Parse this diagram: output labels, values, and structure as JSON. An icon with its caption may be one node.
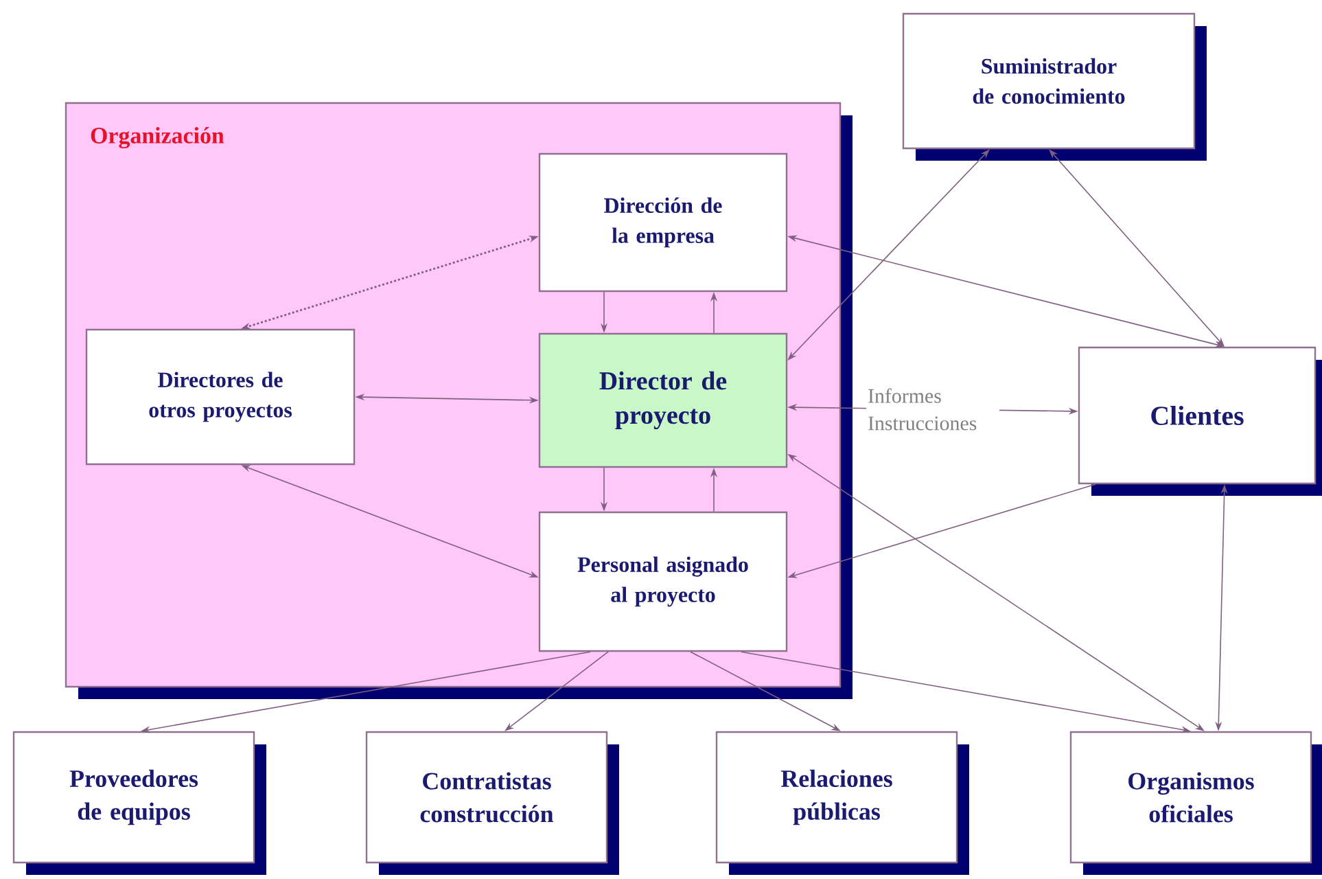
{
  "diagram": {
    "nodes": [
      {
        "text": [
          "Organización"
        ]
      },
      {
        "text": [
          "Dirección de la empresa"
        ],
        "in": 0
      },
      {
        "text": [
          "Directores de otros proyectos"
        ],
        "in": 0
      },
      {
        "text": [
          "Director de proyecto"
        ],
        "in": 0
      },
      {
        "text": [
          "Personal asignado al proyecto"
        ],
        "in": 0
      },
      {
        "text": [
          "Suministrador de conocimiento"
        ]
      },
      {
        "text": [
          "Clientes"
        ]
      },
      {
        "text": [
          "Proveedores de equipos"
        ]
      },
      {
        "text": [
          "Contratistas construcción"
        ]
      },
      {
        "text": [
          "Relaciones públicas"
        ]
      },
      {
        "text": [
          "Organismos oficiales"
        ]
      }
    ],
    "edges": [
      {
        "from": 1,
        "to": 2,
        "arrow": "both",
        "style": "dashed"
      },
      {
        "from": 1,
        "to": 3,
        "arrow": "to"
      },
      {
        "from": 3,
        "to": 1,
        "arrow": "to"
      },
      {
        "from": 2,
        "to": 3,
        "arrow": "both"
      },
      {
        "from": 3,
        "to": 4,
        "arrow": "to"
      },
      {
        "from": 4,
        "to": 3,
        "arrow": "to"
      },
      {
        "from": 2,
        "to": 4,
        "arrow": "both"
      },
      {
        "from": 5,
        "to": 3,
        "arrow": "both"
      },
      {
        "from": 5,
        "to": 6,
        "arrow": "both"
      },
      {
        "from": 6,
        "to": 1,
        "arrow": "both"
      },
      {
        "from": 3,
        "to": 6,
        "arrow": "both",
        "label": "Informes Instrucciones"
      },
      {
        "from": 6,
        "to": 4,
        "arrow": "to"
      },
      {
        "from": 3,
        "to": 10,
        "arrow": "both"
      },
      {
        "from": 6,
        "to": 10,
        "arrow": "both"
      },
      {
        "from": 4,
        "to": 7,
        "arrow": "to"
      },
      {
        "from": 4,
        "to": 8,
        "arrow": "to"
      },
      {
        "from": 4,
        "to": 9,
        "arrow": "to"
      },
      {
        "from": 4,
        "to": 10,
        "arrow": "to"
      }
    ]
  }
}
